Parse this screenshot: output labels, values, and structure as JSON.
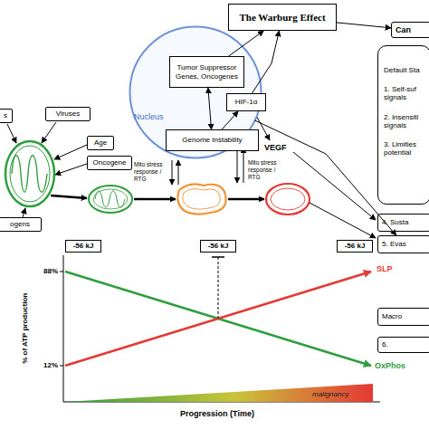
{
  "diagram": {
    "nodes": [
      {
        "text": [
          "The Warburg Effect"
        ]
      },
      {
        "text": [
          "Can"
        ]
      },
      {
        "text": [
          "Nucleus"
        ]
      },
      {
        "text": [
          "Tumor Suppressor Genes, Oncogenes"
        ],
        "in": 2
      },
      {
        "text": [
          "HIF-1α"
        ],
        "in": 2
      },
      {
        "text": [
          "Genome Instability"
        ],
        "in": 2
      },
      {
        "text": [
          "Default Sta",
          "1. Self-suf signals",
          "2. Insensiti signals",
          "3. Limitles potential"
        ]
      },
      {
        "text": [
          "4. Susta"
        ]
      },
      {
        "text": [
          "5. Evas"
        ]
      },
      {
        "text": [
          "Macro"
        ]
      },
      {
        "text": [
          "6."
        ]
      },
      {
        "text": [
          "s"
        ]
      },
      {
        "text": [
          "Viruses"
        ]
      },
      {
        "text": [
          "Age"
        ]
      },
      {
        "text": [
          "Oncogene"
        ]
      },
      {
        "text": [
          "ogens"
        ]
      }
    ],
    "edges": [
      {
        "from": 0,
        "to": 1,
        "arrow": "to"
      },
      {
        "from": 3,
        "to": 0,
        "arrow": "to"
      },
      {
        "from": 4,
        "to": 0,
        "arrow": "to"
      },
      {
        "from": 3,
        "to": 5,
        "arrow": "both"
      },
      {
        "from": 5,
        "to": 4,
        "arrow": "to"
      },
      {
        "from": 2,
        "to": 8,
        "arrow": "to"
      }
    ],
    "labels": [
      "VEGF",
      "Mito stress response / RTG",
      "Mito stress response / RTG",
      "-56 kJ",
      "-56 kJ",
      "-56 kJ",
      "88%",
      "12%",
      "SLP",
      "OxPhos",
      "malignancy",
      "Progression (Time)",
      "% of ATP production"
    ]
  }
}
